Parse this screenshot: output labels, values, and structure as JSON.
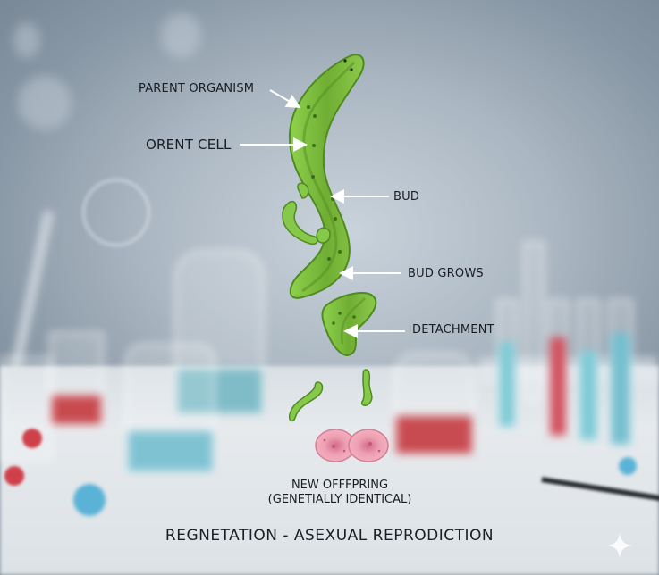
{
  "diagram": {
    "title": "REGNETATION - ASEXUAL REPRODICTION",
    "labels": {
      "parent_organism": "PARENT ORGANISM",
      "orent_cell": "ORENT CELL",
      "bud": "BUD",
      "bud_grows": "BUD GROWS",
      "detachment": "DETACHMENT",
      "offspring_line1": "NEW OFFFPRING",
      "offspring_line2": "(GENETIALLY IDENTICAL)"
    },
    "colors": {
      "organism_fill": "#7fbf3f",
      "organism_outline": "#4f8a22",
      "offspring_fill": "#e9a3b3",
      "arrow": "#ffffff",
      "text": "#1a1d22"
    },
    "background": "blurred laboratory glassware (flasks, test tubes, molecule model, pen)"
  }
}
